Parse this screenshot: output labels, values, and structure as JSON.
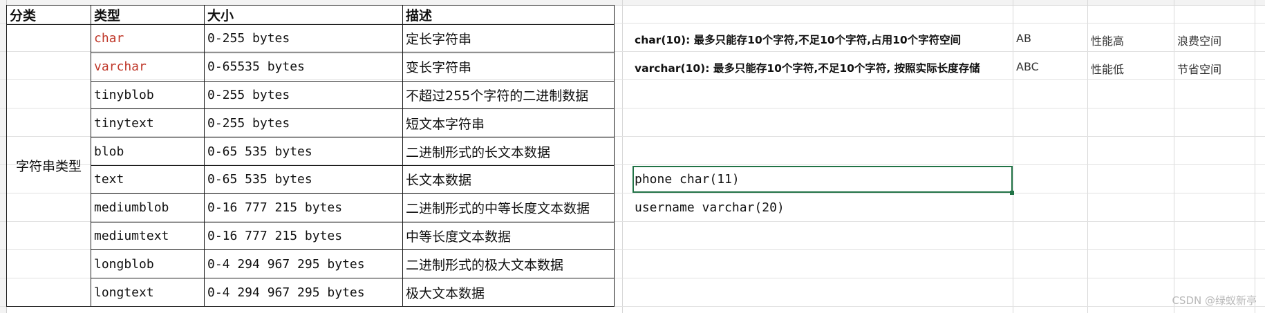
{
  "table": {
    "headers": [
      "分类",
      "类型",
      "大小",
      "描述"
    ],
    "category": "字符串类型",
    "accent_color": "#c0392b",
    "rows": [
      {
        "type": "char",
        "size": "0-255 bytes",
        "desc": "定长字符串",
        "highlight": true
      },
      {
        "type": "varchar",
        "size": "0-65535 bytes",
        "desc": "变长字符串",
        "highlight": true
      },
      {
        "type": "tinyblob",
        "size": "0-255 bytes",
        "desc": "不超过255个字符的二进制数据",
        "highlight": false
      },
      {
        "type": "tinytext",
        "size": "0-255 bytes",
        "desc": "短文本字符串",
        "highlight": false
      },
      {
        "type": "blob",
        "size": "0-65 535 bytes",
        "desc": "二进制形式的长文本数据",
        "highlight": false
      },
      {
        "type": "text",
        "size": "0-65 535 bytes",
        "desc": "长文本数据",
        "highlight": false
      },
      {
        "type": "mediumblob",
        "size": "0-16 777 215 bytes",
        "desc": "二进制形式的中等长度文本数据",
        "highlight": false
      },
      {
        "type": "mediumtext",
        "size": "0-16 777 215 bytes",
        "desc": "中等长度文本数据",
        "highlight": false
      },
      {
        "type": "longblob",
        "size": "0-4 294 967 295 bytes",
        "desc": "二进制形式的极大文本数据",
        "highlight": false
      },
      {
        "type": "longtext",
        "size": "0-4 294 967 295 bytes",
        "desc": "极大文本数据",
        "highlight": false
      }
    ]
  },
  "notes": {
    "char_note": "char(10): 最多只能存10个字符,不足10个字符,占用10个字符空间",
    "char_example": "AB",
    "char_perf": "性能高",
    "char_space": "浪费空间",
    "varchar_note": "varchar(10): 最多只能存10个字符,不足10个字符, 按照实际长度存储",
    "varchar_example": "ABC",
    "varchar_perf": "性能低",
    "varchar_space": "节省空间",
    "phone_example": "phone char(11)",
    "username_example": "username varchar(20)"
  },
  "watermark": "CSDN @绿蚁新亭",
  "selection_color": "#217346"
}
